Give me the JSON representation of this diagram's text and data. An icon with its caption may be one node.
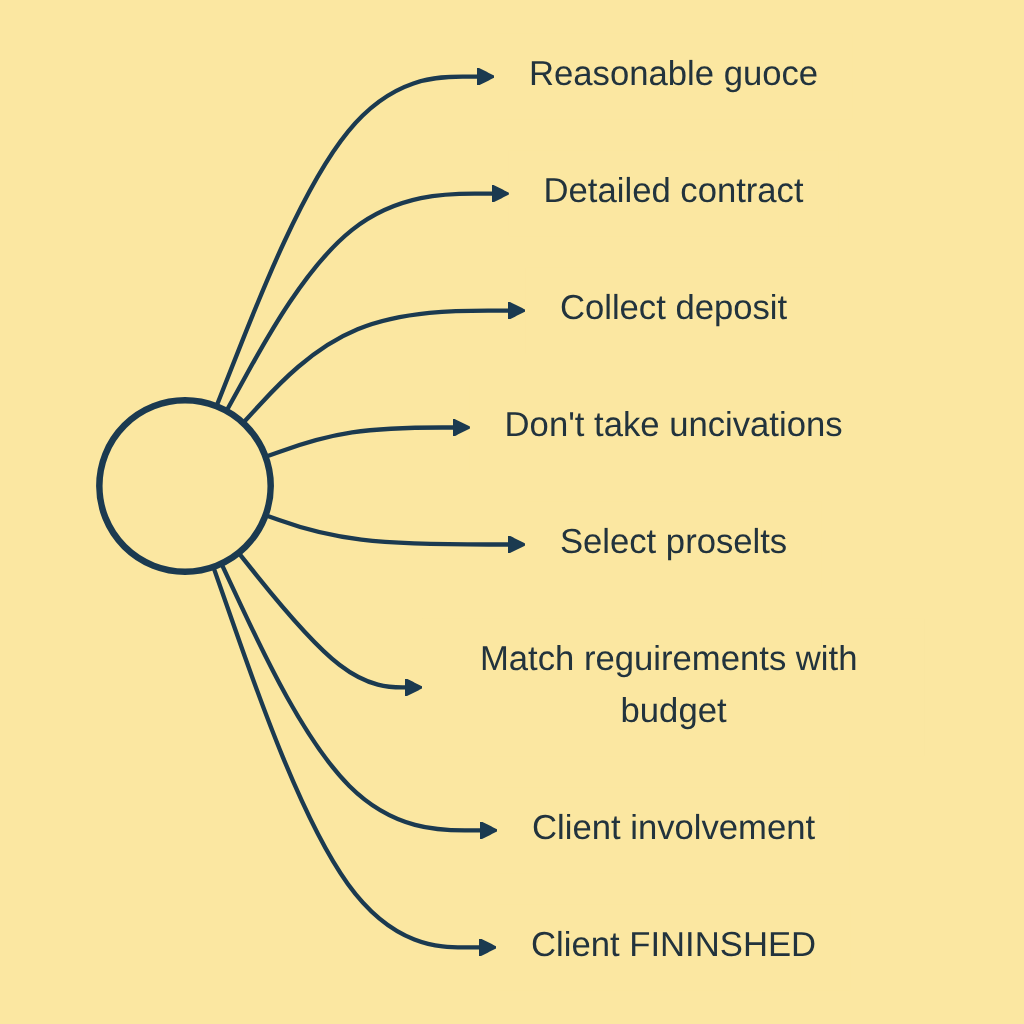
{
  "diagram": {
    "nodes": [
      {
        "text": [
          "Reasonable guoce"
        ]
      },
      {
        "text": [
          "Detailed contract"
        ]
      },
      {
        "text": [
          "Collect deposit"
        ]
      },
      {
        "text": [],
        "shape": "circle"
      },
      {
        "text": [
          "Don't take uncivations"
        ]
      },
      {
        "text": [
          "Select proselts"
        ]
      },
      {
        "text": [
          "Match reguirements with budget"
        ]
      },
      {
        "text": [
          "Client involvement"
        ]
      },
      {
        "text": [
          "Client FININSHED"
        ]
      }
    ],
    "edges": [
      {
        "from": 3,
        "to": 0,
        "arrow": "to"
      },
      {
        "from": 3,
        "to": 1,
        "arrow": "to"
      },
      {
        "from": 3,
        "to": 2,
        "arrow": "to"
      },
      {
        "from": 3,
        "to": 4,
        "arrow": "to"
      },
      {
        "from": 3,
        "to": 5,
        "arrow": "to"
      },
      {
        "from": 3,
        "to": 6,
        "arrow": "to"
      },
      {
        "from": 3,
        "to": 7,
        "arrow": "to"
      },
      {
        "from": 3,
        "to": 8,
        "arrow": "to"
      }
    ]
  }
}
